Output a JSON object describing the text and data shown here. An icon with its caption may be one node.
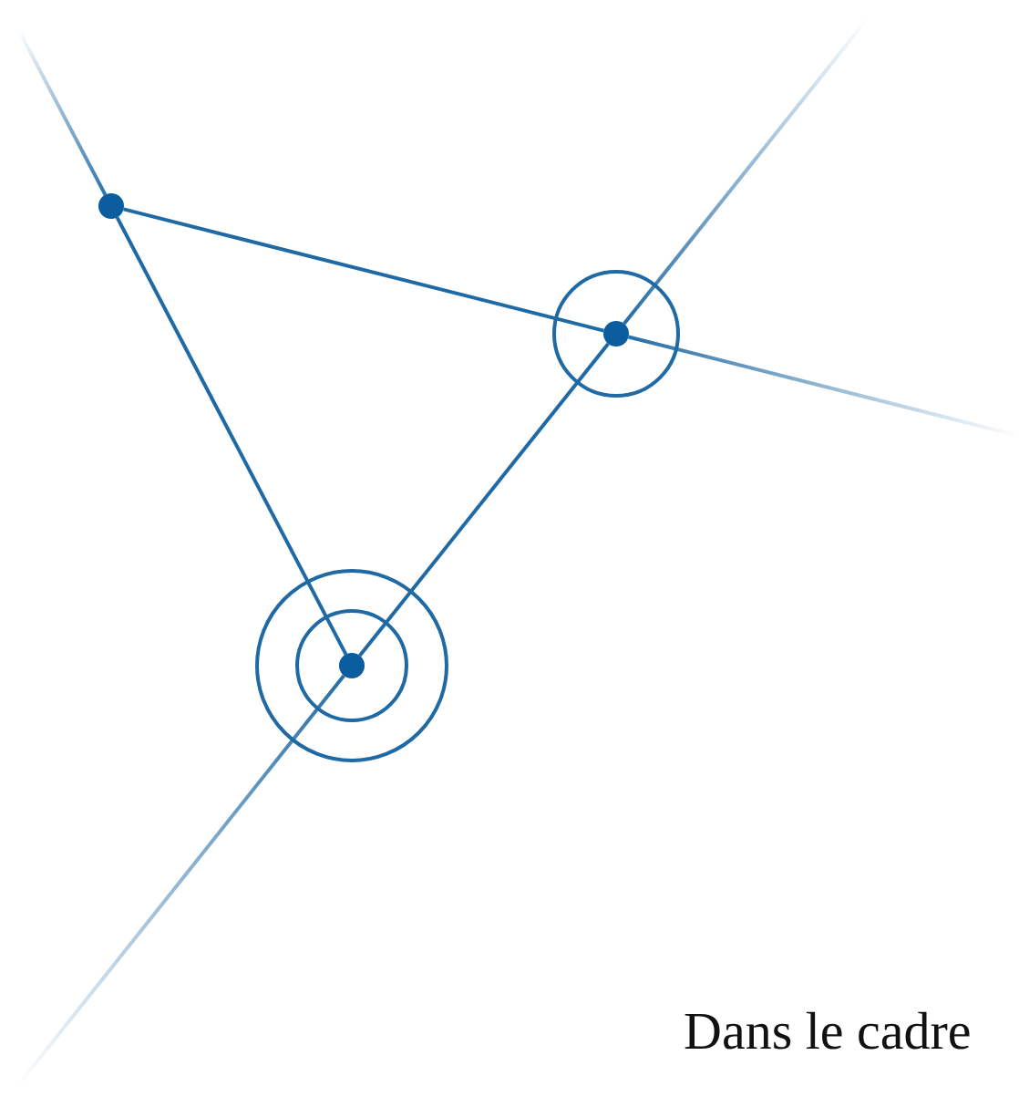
{
  "diagram": {
    "nodes": [
      {
        "text": [],
        "shape": "circle"
      },
      {
        "text": [],
        "shape": "circle"
      },
      {
        "text": [],
        "shape": "circle"
      }
    ],
    "edges": [
      {
        "from": 0,
        "to": 1,
        "arrow": "none"
      },
      {
        "from": 0,
        "to": 2,
        "arrow": "none"
      },
      {
        "from": 2,
        "to": 1,
        "arrow": "none"
      },
      {
        "from": 0,
        "to": null,
        "arrow": "none"
      },
      {
        "from": 1,
        "to": null,
        "arrow": "none"
      },
      {
        "from": 1,
        "to": null,
        "arrow": "none"
      },
      {
        "from": 2,
        "to": null,
        "arrow": "none"
      }
    ],
    "labels": [
      "Dans le cadre"
    ]
  }
}
